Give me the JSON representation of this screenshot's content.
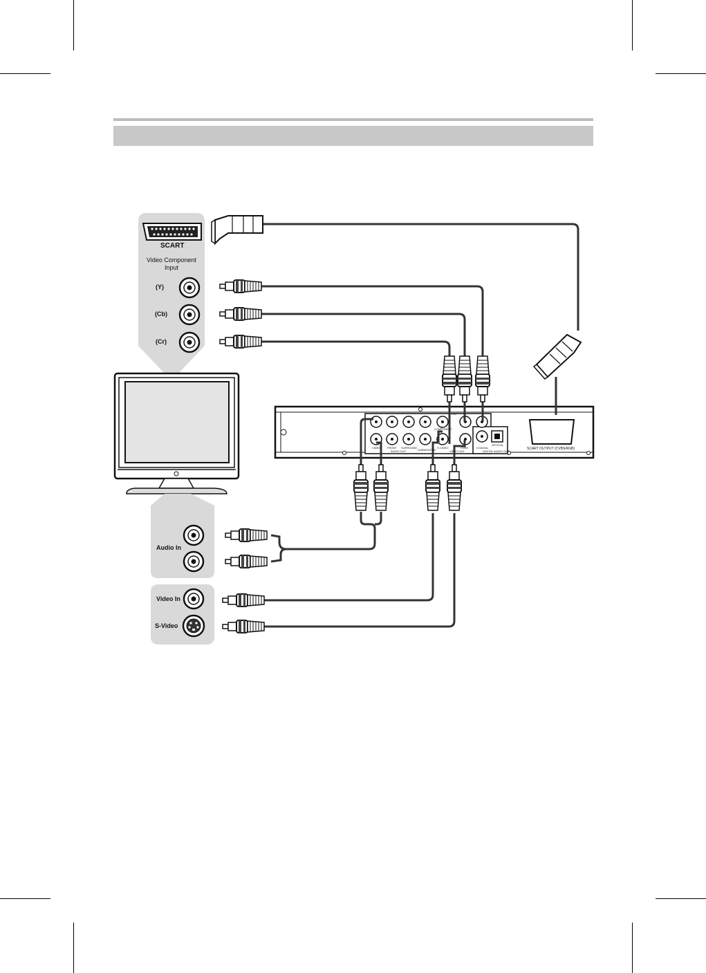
{
  "tv_panel": {
    "scart_label": "SCART",
    "component_title": "Video Component Input",
    "y_label": "(Y)",
    "cb_label": "(Cb)",
    "cr_label": "(Cr)"
  },
  "tv_lower": {
    "audio_in_label": "Audio In",
    "video_in_label": "Video In",
    "svideo_label": "S-Video"
  },
  "player_panel": {
    "component_label": "COMPONENT",
    "yuv_label": "YUV",
    "video_label": "VIDEO",
    "front_label": "FRONT",
    "surround_label": "SURROUND",
    "subwoofer_label": "SUBWOOFER",
    "audio_out_label": "AUDIO OUT",
    "s_video_label": "S-VIDEO",
    "cvbs_label": "CVBS",
    "video_out_label": "VIDEO OUT",
    "coaxial_label": "COAXIAL",
    "optical_label": "OPTICAL",
    "digital_audio_out_label": "DIGITAL AUDIO OUT",
    "scart_output_label": "SCART OUTPUT (CVBS/RGB)"
  },
  "colors": {
    "header_bar": "#c8c8c8",
    "panel_bg": "#d9d9d9",
    "ink": "#111111"
  }
}
